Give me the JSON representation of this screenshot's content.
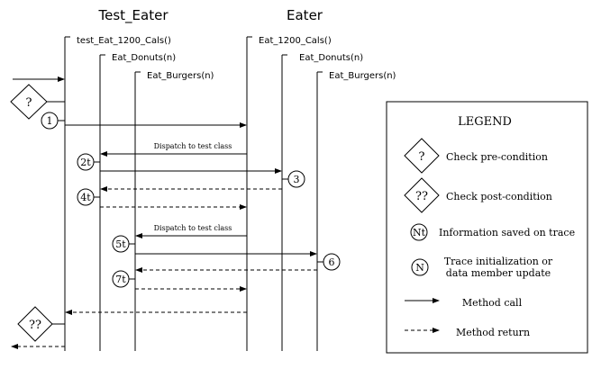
{
  "headers": {
    "test_eater": "Test_Eater",
    "eater": "Eater"
  },
  "methods": {
    "test_eat_1200": "test_Eat_1200_Cals()",
    "test_eat_donuts": "Eat_Donuts(n)",
    "test_eat_burgers": "Eat_Burgers(n)",
    "eat_1200": "Eat_1200_Cals()",
    "eat_donuts": "Eat_Donuts(n)",
    "eat_burgers": "Eat_Burgers(n)"
  },
  "messages": {
    "dispatch_1": "Dispatch to test class",
    "dispatch_2": "Dispatch to test class"
  },
  "markers": {
    "pre": "?",
    "post": "??",
    "m1": "1",
    "m2": "2t",
    "m3": "3",
    "m4": "4t",
    "m5": "5t",
    "m6": "6",
    "m7": "7t"
  },
  "legend": {
    "title": "LEGEND",
    "pre_symbol": "?",
    "pre_label": "Check pre-condition",
    "post_symbol": "??",
    "post_label": "Check post-condition",
    "trace_symbol": "Nt",
    "trace_label": "Information saved on trace",
    "init_symbol": "N",
    "init_label_line1": "Trace initialization or",
    "init_label_line2": "data member update",
    "call_label": "Method call",
    "return_label": "Method return"
  }
}
